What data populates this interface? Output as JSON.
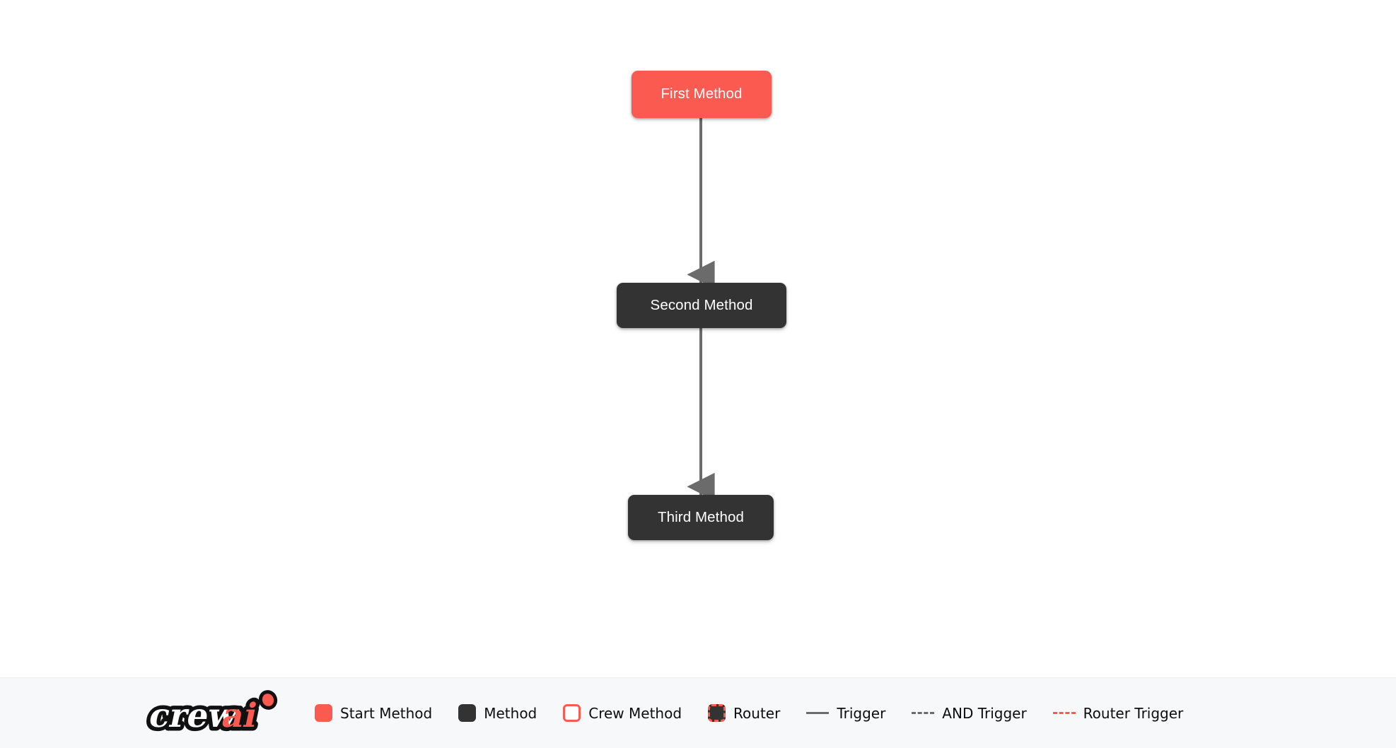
{
  "canvas": {
    "background_color": "#ffffff",
    "nodes": [
      {
        "id": "first",
        "label": "First Method",
        "type": "start-method",
        "color": "#FB5A50",
        "text_color": "#ffffff"
      },
      {
        "id": "second",
        "label": "Second Method",
        "type": "method",
        "color": "#333333",
        "text_color": "#ffffff"
      },
      {
        "id": "third",
        "label": "Third Method",
        "type": "method",
        "color": "#333333",
        "text_color": "#ffffff"
      }
    ],
    "edges": [
      {
        "from": "first",
        "to": "second",
        "style": "trigger",
        "color": "#6b6b6b",
        "arrow": true
      },
      {
        "from": "second",
        "to": "third",
        "style": "trigger",
        "color": "#6b6b6b",
        "arrow": true
      }
    ]
  },
  "legend": {
    "background_color": "#f7f8fa",
    "logo": {
      "name": "crewai-logo",
      "text_primary": "crew",
      "text_accent": "ai",
      "primary_color": "#ffffff",
      "accent_color": "#FB5A50",
      "outline_color": "#111111"
    },
    "swatch_items": [
      {
        "key": "start",
        "label": "Start Method",
        "swatch_class": "start",
        "color": "#FB5A50"
      },
      {
        "key": "method",
        "label": "Method",
        "swatch_class": "method",
        "color": "#333333"
      },
      {
        "key": "crew",
        "label": "Crew Method",
        "swatch_class": "crew",
        "color": "#ffffff",
        "border_color": "#FB5A50"
      },
      {
        "key": "router",
        "label": "Router",
        "swatch_class": "router",
        "color": "#333333",
        "border_color": "#FB5A50",
        "border_style": "dashed"
      }
    ],
    "line_items": [
      {
        "key": "trigger",
        "label": "Trigger",
        "line_class": "solid-gray",
        "color": "#6b6b6b",
        "style": "solid"
      },
      {
        "key": "and-trigger",
        "label": "AND Trigger",
        "line_class": "dashed-gray",
        "color": "#6b6b6b",
        "style": "dashed"
      },
      {
        "key": "router-trigger",
        "label": "Router Trigger",
        "line_class": "dashed-red",
        "color": "#FB5A50",
        "style": "dashed"
      }
    ]
  }
}
